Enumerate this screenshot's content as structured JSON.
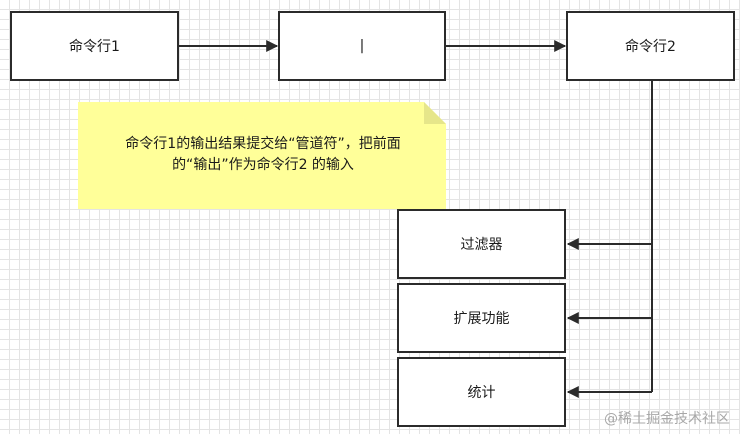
{
  "flow": {
    "box1": "命令行1",
    "pipe": "|",
    "box2": "命令行2"
  },
  "note": {
    "line1": "命令行1的输出结果提交给“管道符”，把前面",
    "line2": "的“输出”作为命令行2 的输入"
  },
  "branches": {
    "filter": "过滤器",
    "extend": "扩展功能",
    "stats": "统计"
  },
  "watermark": "@稀土掘金技术社区",
  "colors": {
    "line": "#2b2b2b",
    "note_fill": "#ffff99",
    "note_fold": "#e6e68a"
  }
}
